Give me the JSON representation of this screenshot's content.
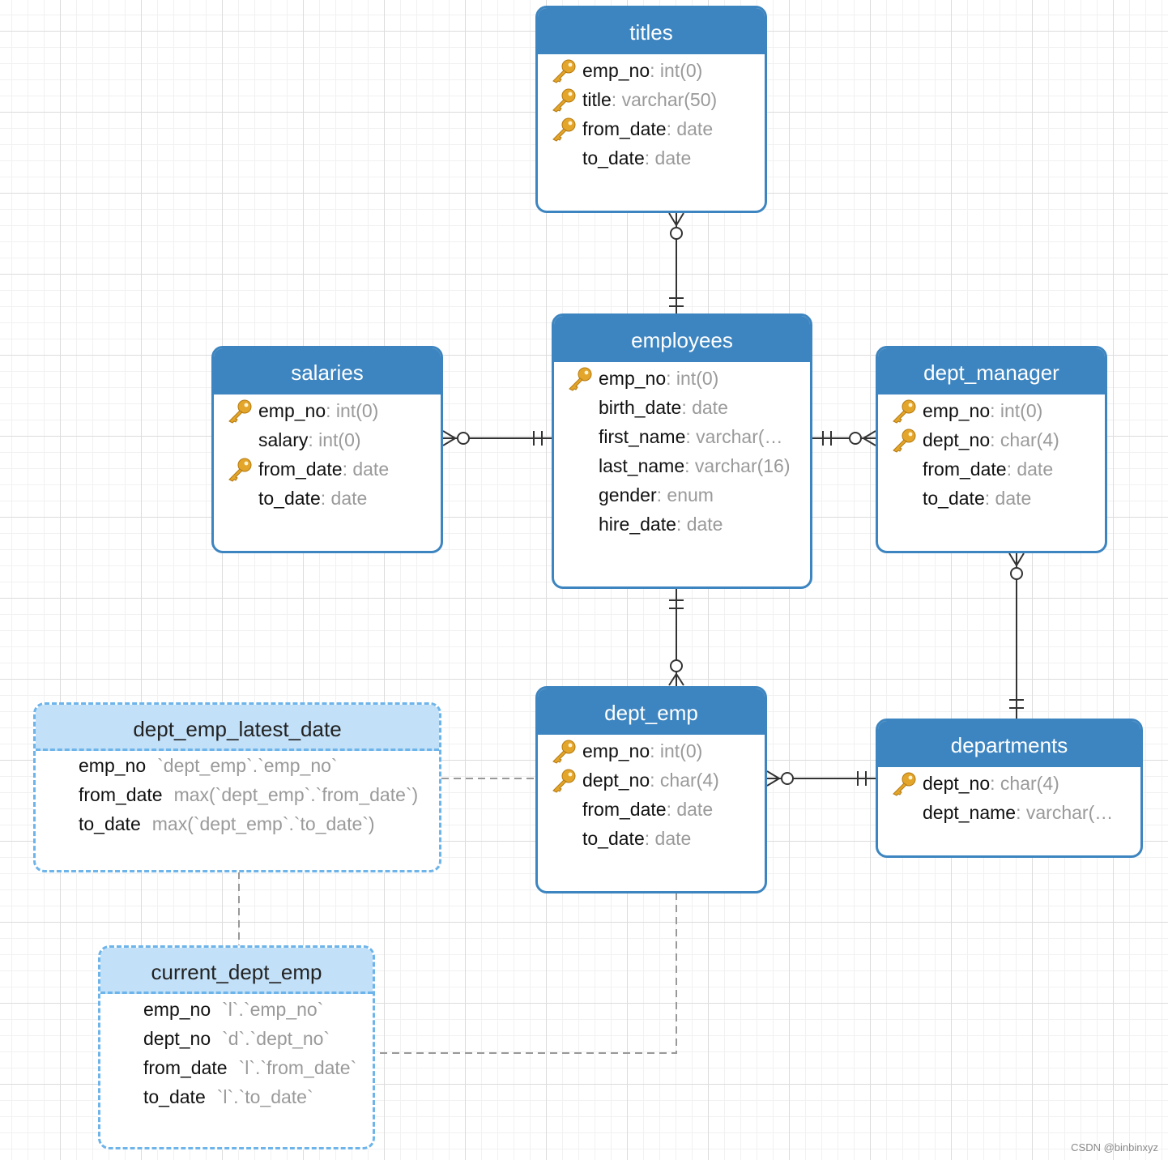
{
  "tables": {
    "titles": {
      "name": "titles",
      "columns": [
        {
          "name": "emp_no",
          "sep": ": ",
          "type": "int(0)",
          "icon": "key-icon"
        },
        {
          "name": "title",
          "sep": ": ",
          "type": "varchar(50)",
          "icon": "key-icon"
        },
        {
          "name": "from_date",
          "sep": ": ",
          "type": "date",
          "icon": "key-icon"
        },
        {
          "name": "to_date",
          "sep": ": ",
          "type": "date",
          "icon": ""
        }
      ]
    },
    "employees": {
      "name": "employees",
      "columns": [
        {
          "name": "emp_no",
          "sep": ": ",
          "type": "int(0)",
          "icon": "key-icon"
        },
        {
          "name": "birth_date",
          "sep": ": ",
          "type": "date",
          "icon": ""
        },
        {
          "name": "first_name",
          "sep": ": ",
          "type": "varchar(…",
          "icon": ""
        },
        {
          "name": "last_name",
          "sep": ": ",
          "type": "varchar(16)",
          "icon": ""
        },
        {
          "name": "gender",
          "sep": ": ",
          "type": "enum",
          "icon": ""
        },
        {
          "name": "hire_date",
          "sep": ": ",
          "type": "date",
          "icon": ""
        }
      ]
    },
    "salaries": {
      "name": "salaries",
      "columns": [
        {
          "name": "emp_no",
          "sep": ": ",
          "type": "int(0)",
          "icon": "key-icon"
        },
        {
          "name": "salary",
          "sep": ": ",
          "type": "int(0)",
          "icon": ""
        },
        {
          "name": "from_date",
          "sep": ": ",
          "type": "date",
          "icon": "key-icon"
        },
        {
          "name": "to_date",
          "sep": ": ",
          "type": "date",
          "icon": ""
        }
      ]
    },
    "dept_manager": {
      "name": "dept_manager",
      "columns": [
        {
          "name": "emp_no",
          "sep": ": ",
          "type": "int(0)",
          "icon": "key-icon"
        },
        {
          "name": "dept_no",
          "sep": ": ",
          "type": "char(4)",
          "icon": "key-icon"
        },
        {
          "name": "from_date",
          "sep": ": ",
          "type": "date",
          "icon": ""
        },
        {
          "name": "to_date",
          "sep": ": ",
          "type": "date",
          "icon": ""
        }
      ]
    },
    "dept_emp": {
      "name": "dept_emp",
      "columns": [
        {
          "name": "emp_no",
          "sep": ": ",
          "type": "int(0)",
          "icon": "key-icon"
        },
        {
          "name": "dept_no",
          "sep": ": ",
          "type": "char(4)",
          "icon": "key-icon"
        },
        {
          "name": "from_date",
          "sep": ": ",
          "type": "date",
          "icon": ""
        },
        {
          "name": "to_date",
          "sep": ": ",
          "type": "date",
          "icon": ""
        }
      ]
    },
    "departments": {
      "name": "departments",
      "columns": [
        {
          "name": "dept_no",
          "sep": ": ",
          "type": "char(4)",
          "icon": "key-icon"
        },
        {
          "name": "dept_name",
          "sep": ": ",
          "type": "varchar(…",
          "icon": ""
        }
      ]
    }
  },
  "views": {
    "dept_emp_latest_date": {
      "name": "dept_emp_latest_date",
      "columns": [
        {
          "name": "emp_no",
          "expr": "`dept_emp`.`emp_no`"
        },
        {
          "name": "from_date",
          "expr": "max(`dept_emp`.`from_date`)"
        },
        {
          "name": "to_date",
          "expr": "max(`dept_emp`.`to_date`)"
        }
      ]
    },
    "current_dept_emp": {
      "name": "current_dept_emp",
      "columns": [
        {
          "name": "emp_no",
          "expr": "`l`.`emp_no`"
        },
        {
          "name": "dept_no",
          "expr": "`d`.`dept_no`"
        },
        {
          "name": "from_date",
          "expr": "`l`.`from_date`"
        },
        {
          "name": "to_date",
          "expr": "`l`.`to_date`"
        }
      ]
    }
  },
  "relationships": [
    {
      "from": "employees",
      "to": "titles",
      "cardinality": "one-to-many (optional)"
    },
    {
      "from": "employees",
      "to": "salaries",
      "cardinality": "one-to-many (optional)"
    },
    {
      "from": "employees",
      "to": "dept_manager",
      "cardinality": "one-to-many (optional)"
    },
    {
      "from": "employees",
      "to": "dept_emp",
      "cardinality": "one-to-many (optional)"
    },
    {
      "from": "departments",
      "to": "dept_manager",
      "cardinality": "one-to-many (optional)"
    },
    {
      "from": "departments",
      "to": "dept_emp",
      "cardinality": "one-to-many (optional)"
    },
    {
      "from": "dept_emp",
      "to": "dept_emp_latest_date",
      "cardinality": "view dependency"
    },
    {
      "from": "dept_emp_latest_date",
      "to": "current_dept_emp",
      "cardinality": "view dependency"
    },
    {
      "from": "dept_emp",
      "to": "current_dept_emp",
      "cardinality": "view dependency"
    }
  ],
  "colors": {
    "entity_header": "#3d85c0",
    "view_header": "#c2e0f8",
    "view_border": "#6db4ea",
    "key": "#e3a52a",
    "type_text": "#9a9a9a"
  },
  "watermark": "CSDN @binbinxyz"
}
